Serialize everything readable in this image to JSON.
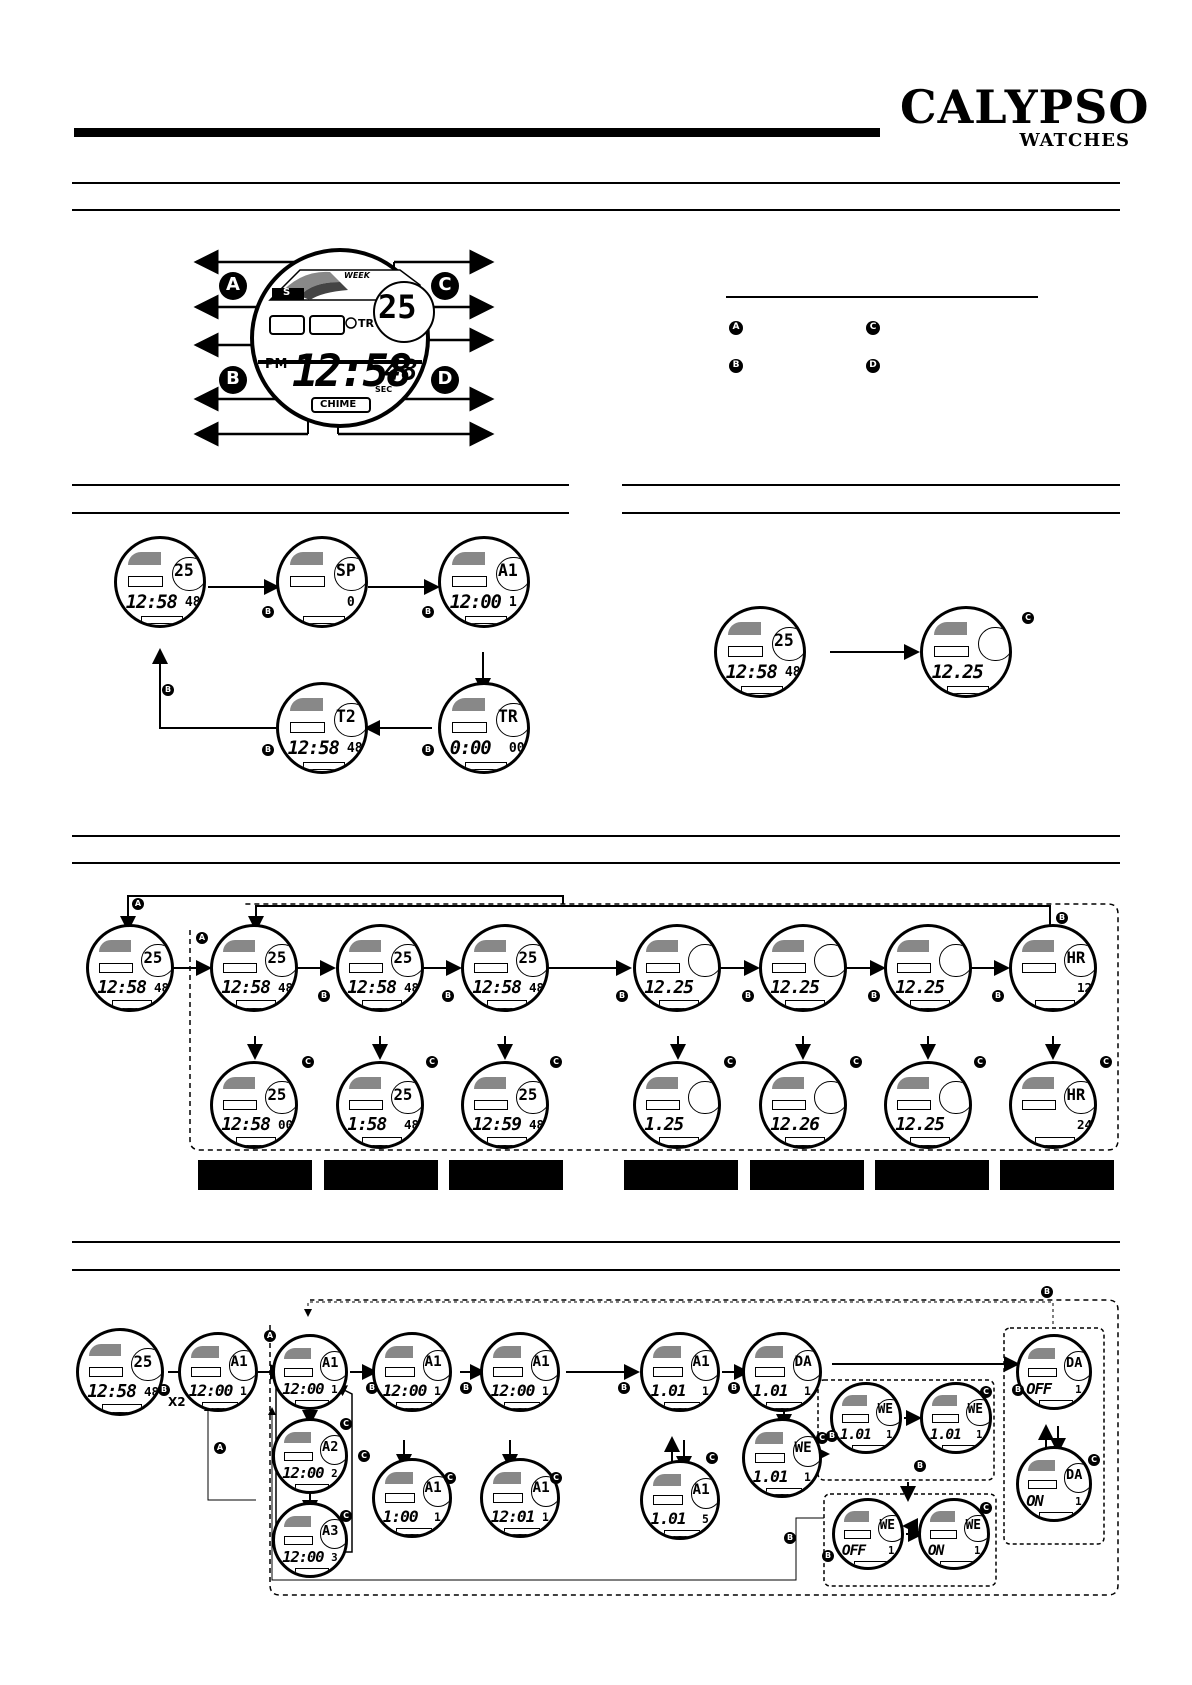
{
  "brand": {
    "name": "CALYPSO",
    "sub": "WATCHES"
  },
  "buttons": {
    "a": "A",
    "b": "B",
    "c": "C",
    "d": "D"
  },
  "main_watch": {
    "week": "WEEK",
    "s_icon": "S",
    "tr_label": "TR",
    "top_digits": "25",
    "pm": "PM",
    "time": "12:58",
    "seconds": "48",
    "sec_label": "SEC",
    "chime": "CHIME"
  },
  "mode_cycle": {
    "w1": {
      "top": "25",
      "main": "12:58",
      "sec": "48"
    },
    "w2": {
      "top": "SP",
      "main": "",
      "sec": "0"
    },
    "w3": {
      "top": "A1",
      "main": "12:00",
      "sec": "1"
    },
    "w4": {
      "top": "TR",
      "main": "0:00",
      "sec": "00"
    },
    "w5": {
      "top": "T2",
      "main": "12:58",
      "sec": "48"
    }
  },
  "date_view": {
    "w1": {
      "top": "25",
      "main": "12:58",
      "sec": "48"
    },
    "w2": {
      "top": "",
      "main": "12.25",
      "sec": ""
    }
  },
  "time_setting": {
    "start": {
      "top": "25",
      "main": "12:58",
      "sec": "48"
    },
    "row1": [
      {
        "top": "25",
        "main": "12:58",
        "sec": "48"
      },
      {
        "top": "25",
        "main": "12:58",
        "sec": "48"
      },
      {
        "top": "25",
        "main": "12:58",
        "sec": "48"
      },
      {
        "top": "",
        "main": "12.25",
        "sec": ""
      },
      {
        "top": "",
        "main": "12.25",
        "sec": ""
      },
      {
        "top": "",
        "main": "12.25",
        "sec": ""
      },
      {
        "top": "HR",
        "main": "",
        "sec": "12"
      }
    ],
    "row2": [
      {
        "top": "25",
        "main": "12:58",
        "sec": "00"
      },
      {
        "top": "25",
        "main": "1:58",
        "sec": "48"
      },
      {
        "top": "25",
        "main": "12:59",
        "sec": "48"
      },
      {
        "top": "",
        "main": "1.25",
        "sec": ""
      },
      {
        "top": "",
        "main": "12.26",
        "sec": ""
      },
      {
        "top": "",
        "main": "12.25",
        "sec": ""
      },
      {
        "top": "HR",
        "main": "",
        "sec": "24"
      }
    ]
  },
  "alarm_setting": {
    "x2": "X2",
    "w_start": {
      "top": "25",
      "main": "12:58",
      "sec": "48"
    },
    "w_a1": {
      "top": "A1",
      "main": "12:00",
      "sec": "1"
    },
    "w_sel": {
      "top": "A1",
      "main": "12:00",
      "sec": "1"
    },
    "w_a2": {
      "top": "A2",
      "main": "12:00",
      "sec": "2"
    },
    "w_a3": {
      "top": "A3",
      "main": "12:00",
      "sec": "3"
    },
    "w_h": {
      "top": "A1",
      "main": "12:00",
      "sec": "1"
    },
    "w_h2": {
      "top": "A1",
      "main": "1:00",
      "sec": "1"
    },
    "w_m": {
      "top": "A1",
      "main": "12:00",
      "sec": "1"
    },
    "w_m2": {
      "top": "A1",
      "main": "12:01",
      "sec": "1"
    },
    "w_md": {
      "top": "A1",
      "main": "1.01",
      "sec": "1"
    },
    "w_md2": {
      "top": "A1",
      "main": "1.01",
      "sec": "5"
    },
    "w_da": {
      "top": "DA",
      "main": "1.01",
      "sec": "1"
    },
    "w_we": {
      "top": "WE",
      "main": "1.01",
      "sec": "1"
    },
    "w_we_a": {
      "top": "WE",
      "main": "1.01",
      "sec": "1"
    },
    "w_we_b": {
      "top": "WE",
      "main": "1.01",
      "sec": "1"
    },
    "w_we_off": {
      "top": "WE",
      "main": "OFF",
      "sec": "1"
    },
    "w_we_on": {
      "top": "WE",
      "main": "ON",
      "sec": "1"
    },
    "w_da_off": {
      "top": "DA",
      "main": "OFF",
      "sec": "1"
    },
    "w_da_on": {
      "top": "DA",
      "main": "ON",
      "sec": "1"
    }
  }
}
